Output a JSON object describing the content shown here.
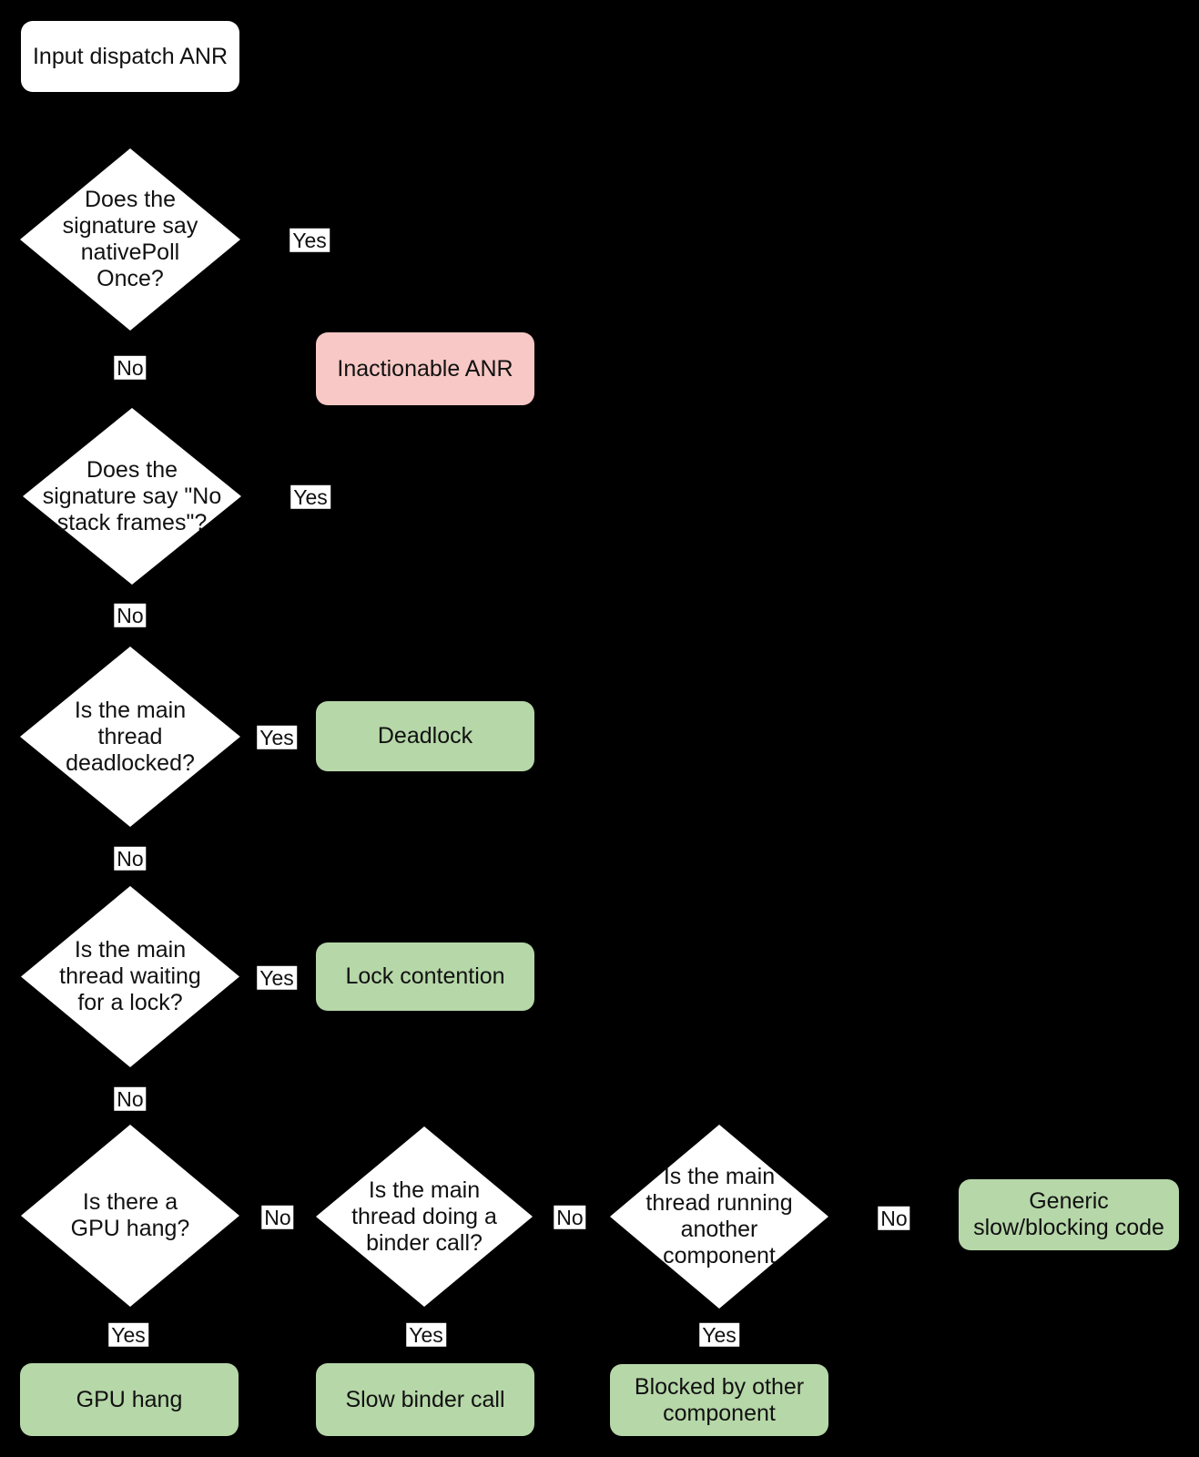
{
  "colors": {
    "bg": "#000000",
    "node-fill": "#ffffff",
    "outcome-green": "#b6d7a8",
    "outcome-red": "#f7c8c5",
    "ink": "#111111"
  },
  "nodes": {
    "start": {
      "label": "Input dispatch ANR"
    },
    "q_native_poll": {
      "label": "Does the\nsignature say\nnativePoll\nOnce?"
    },
    "inactionable": {
      "label": "Inactionable ANR"
    },
    "q_no_stack_frames": {
      "label": "Does the\nsignature say \"No\nstack frames\"?"
    },
    "q_deadlocked": {
      "label": "Is the main\nthread\ndeadlocked?"
    },
    "deadlock": {
      "label": "Deadlock"
    },
    "q_waiting_lock": {
      "label": "Is the main\nthread waiting\nfor a lock?"
    },
    "lock_contention": {
      "label": "Lock contention"
    },
    "q_gpu_hang": {
      "label": "Is there a\nGPU hang?"
    },
    "q_binder_call": {
      "label": "Is the main\nthread doing a\nbinder call?"
    },
    "q_other_component": {
      "label": "Is the main\nthread running\nanother\ncomponent"
    },
    "generic_slow": {
      "label": "Generic\nslow/blocking code"
    },
    "gpu_hang": {
      "label": "GPU hang"
    },
    "slow_binder": {
      "label": "Slow binder call"
    },
    "blocked_other": {
      "label": "Blocked by other\ncomponent"
    }
  },
  "edge_labels": {
    "yes": "Yes",
    "no": "No"
  }
}
